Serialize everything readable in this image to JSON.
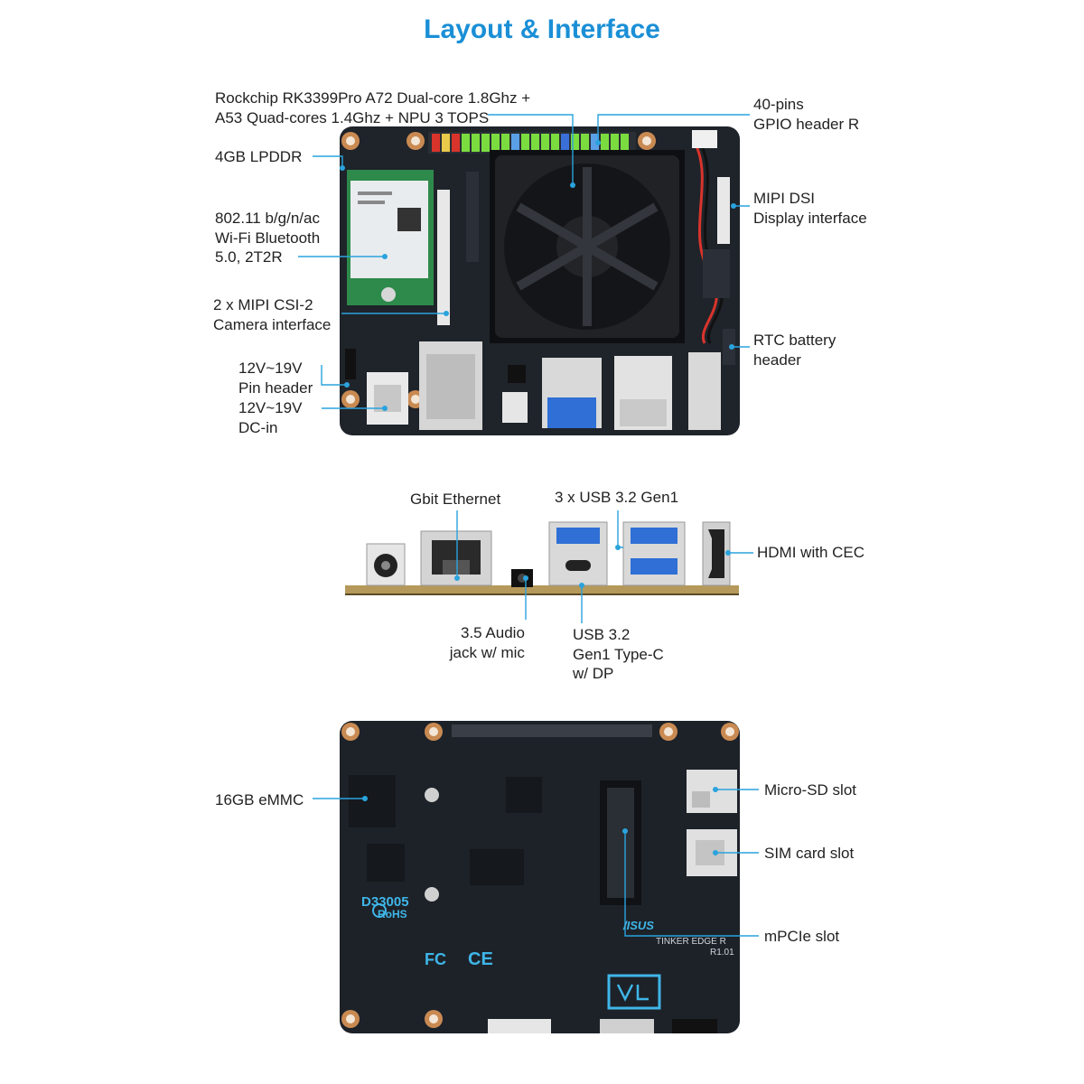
{
  "title": "Layout & Interface",
  "colors": {
    "accent": "#1a8fd6",
    "leader": "#2aa3dd",
    "board": "#1f232a",
    "silk": "#3fb6e8"
  },
  "top_view": {
    "labels": [
      {
        "id": "soc",
        "lines": [
          "Rockchip RK3399Pro A72 Dual-core 1.8Ghz +",
          "A53 Quad-cores 1.4Ghz + NPU 3 TOPS"
        ]
      },
      {
        "id": "ram",
        "lines": [
          "4GB LPDDR"
        ]
      },
      {
        "id": "wifi",
        "lines": [
          "802.11 b/g/n/ac",
          "Wi-Fi Bluetooth",
          "5.0, 2T2R"
        ]
      },
      {
        "id": "csi",
        "lines": [
          "2 x MIPI CSI-2",
          "Camera interface"
        ]
      },
      {
        "id": "pin",
        "lines": [
          "12V~19V",
          "Pin header"
        ]
      },
      {
        "id": "dcin",
        "lines": [
          "12V~19V",
          "DC-in"
        ]
      },
      {
        "id": "gpio",
        "lines": [
          "40-pins",
          "GPIO header R"
        ]
      },
      {
        "id": "dsi",
        "lines": [
          "MIPI DSI",
          "Display interface"
        ]
      },
      {
        "id": "rtc",
        "lines": [
          "RTC battery",
          "header"
        ]
      }
    ]
  },
  "io_view": {
    "labels": [
      {
        "id": "eth",
        "lines": [
          "Gbit Ethernet"
        ]
      },
      {
        "id": "usb3",
        "lines": [
          "3 x USB 3.2 Gen1"
        ]
      },
      {
        "id": "hdmi",
        "lines": [
          "HDMI with CEC"
        ]
      },
      {
        "id": "audio",
        "lines": [
          "3.5 Audio",
          "jack w/ mic"
        ]
      },
      {
        "id": "typec",
        "lines": [
          "USB 3.2",
          "Gen1 Type-C",
          "w/ DP"
        ]
      }
    ]
  },
  "bottom_view": {
    "labels": [
      {
        "id": "emmc",
        "lines": [
          "16GB eMMC"
        ]
      },
      {
        "id": "sd",
        "lines": [
          "Micro-SD slot"
        ]
      },
      {
        "id": "sim",
        "lines": [
          "SIM card slot"
        ]
      },
      {
        "id": "mpcie",
        "lines": [
          "mPCIe slot"
        ]
      }
    ],
    "silkscreen": {
      "board_name": "TINKER EDGE R",
      "revision": "R1.01",
      "brand": "/ISUS",
      "model_code": "D33005",
      "rohs": "RoHS"
    }
  }
}
